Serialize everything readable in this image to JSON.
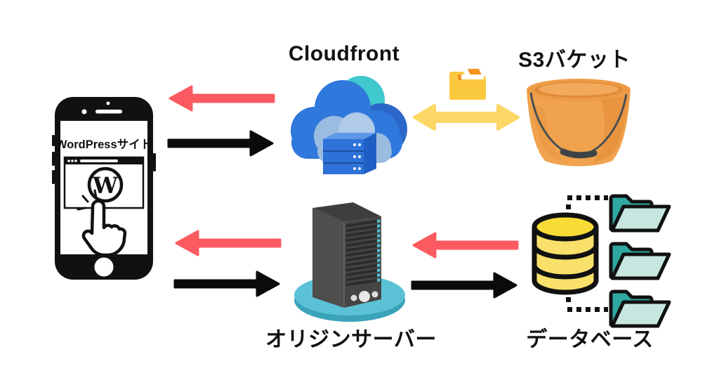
{
  "diagram": {
    "client": {
      "label": "WordPressサイト",
      "logo_letter": "W"
    },
    "cloudfront": {
      "label": "Cloudfront"
    },
    "s3": {
      "label": "S3バケット"
    },
    "origin": {
      "label": "オリジンサーバー"
    },
    "database": {
      "label": "データベース"
    },
    "edges": [
      {
        "from": "Cloudfront",
        "to": "WordPressサイト",
        "style": "response",
        "color": "#FB5B60"
      },
      {
        "from": "WordPressサイト",
        "to": "Cloudfront",
        "style": "request",
        "color": "#0B0B0B"
      },
      {
        "from": "Cloudfront",
        "to": "S3バケット",
        "style": "bidirectional",
        "color": "#FDD765"
      },
      {
        "from": "オリジンサーバー",
        "to": "WordPressサイト",
        "style": "response",
        "color": "#FB5B60"
      },
      {
        "from": "WordPressサイト",
        "to": "オリジンサーバー",
        "style": "request",
        "color": "#0B0B0B"
      },
      {
        "from": "データベース",
        "to": "オリジンサーバー",
        "style": "response",
        "color": "#FB5B60"
      },
      {
        "from": "オリジンサーバー",
        "to": "データベース",
        "style": "request",
        "color": "#0B0B0B"
      }
    ],
    "colors": {
      "response_arrow": "#FB5B60",
      "request_arrow": "#0B0B0B",
      "transfer_arrow": "#FDD765",
      "cloud_blue": "#2F78DC",
      "cloud_teal": "#3FC9CF",
      "cloud_light_blue": "#9ABCE0",
      "rack_blue": "#2D72D8",
      "bucket_orange": "#F0A24E",
      "folder_yellow": "#FBC93F",
      "folder_orange": "#F6921E",
      "server_gray": "#474444",
      "server_base_teal": "#5BC2D6",
      "slat_teal": "#4FC3D0",
      "database_yellow": "#F9E06A",
      "database_top_yellow": "#F8DC35",
      "folder_mint": "#C8E6E0",
      "folder_teal": "#2FA89F"
    }
  }
}
